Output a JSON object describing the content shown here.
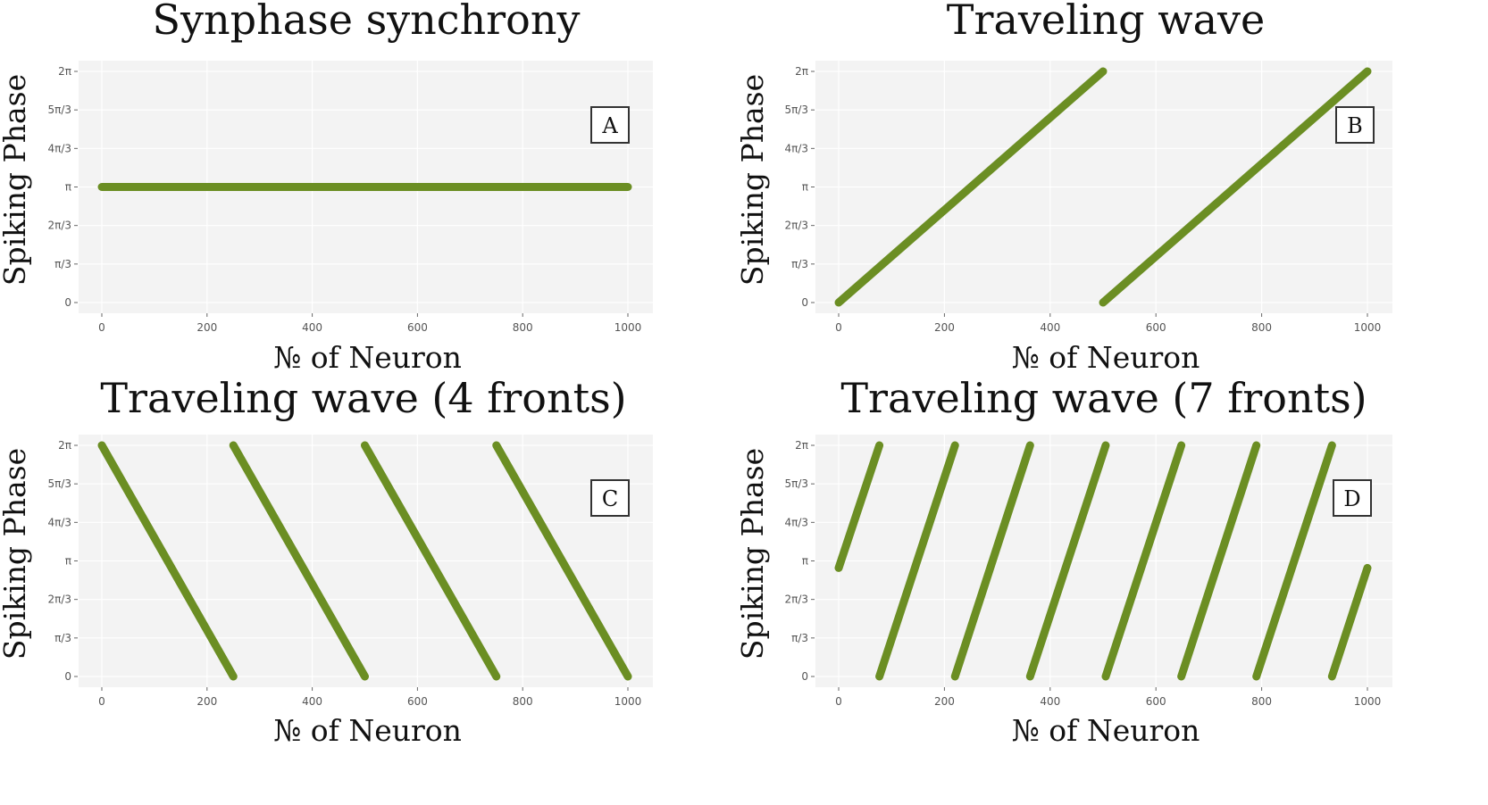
{
  "figure": {
    "series_color": "#6b8e23",
    "plot_bg_color": "#f3f3f3",
    "grid_color": "#ffffff"
  },
  "chart_data": [
    {
      "type": "scatter",
      "panel_label": "A",
      "title": "Synphase synchrony",
      "xlabel": "№ of Neuron",
      "ylabel": "Spiking Phase",
      "xlim": [
        0,
        1000
      ],
      "ylim": [
        0,
        6.2832
      ],
      "grid": true,
      "xticks": [
        0,
        200,
        400,
        600,
        800,
        1000
      ],
      "xtick_labels": [
        "0",
        "200",
        "400",
        "600",
        "800",
        "1000"
      ],
      "yticks": [
        0,
        1.0472,
        2.0944,
        3.1416,
        4.1888,
        5.236,
        6.2832
      ],
      "ytick_labels": [
        "0",
        "π/3",
        "2π/3",
        "π",
        "4π/3",
        "5π/3",
        "2π"
      ],
      "segments": [
        {
          "x": [
            0,
            1000
          ],
          "y": [
            3.1416,
            3.1416
          ]
        }
      ]
    },
    {
      "type": "scatter",
      "panel_label": "B",
      "title": "Traveling wave",
      "xlabel": "№ of Neuron",
      "ylabel": "Spiking Phase",
      "xlim": [
        0,
        1000
      ],
      "ylim": [
        0,
        6.2832
      ],
      "grid": true,
      "xticks": [
        0,
        200,
        400,
        600,
        800,
        1000
      ],
      "xtick_labels": [
        "0",
        "200",
        "400",
        "600",
        "800",
        "1000"
      ],
      "yticks": [
        0,
        1.0472,
        2.0944,
        3.1416,
        4.1888,
        5.236,
        6.2832
      ],
      "ytick_labels": [
        "0",
        "π/3",
        "2π/3",
        "π",
        "4π/3",
        "5π/3",
        "2π"
      ],
      "segments": [
        {
          "x": [
            0,
            500
          ],
          "y": [
            0,
            6.2832
          ]
        },
        {
          "x": [
            500,
            1000
          ],
          "y": [
            0,
            6.2832
          ]
        }
      ]
    },
    {
      "type": "scatter",
      "panel_label": "C",
      "title": "Traveling wave (4 fronts)",
      "xlabel": "№ of Neuron",
      "ylabel": "Spiking Phase",
      "xlim": [
        0,
        1000
      ],
      "ylim": [
        0,
        6.2832
      ],
      "grid": true,
      "xticks": [
        0,
        200,
        400,
        600,
        800,
        1000
      ],
      "xtick_labels": [
        "0",
        "200",
        "400",
        "600",
        "800",
        "1000"
      ],
      "yticks": [
        0,
        1.0472,
        2.0944,
        3.1416,
        4.1888,
        5.236,
        6.2832
      ],
      "ytick_labels": [
        "0",
        "π/3",
        "2π/3",
        "π",
        "4π/3",
        "5π/3",
        "2π"
      ],
      "segments": [
        {
          "x": [
            0,
            250
          ],
          "y": [
            6.2832,
            0
          ]
        },
        {
          "x": [
            250,
            500
          ],
          "y": [
            6.2832,
            0
          ]
        },
        {
          "x": [
            500,
            750
          ],
          "y": [
            6.2832,
            0
          ]
        },
        {
          "x": [
            750,
            1000
          ],
          "y": [
            6.2832,
            0
          ]
        }
      ]
    },
    {
      "type": "scatter",
      "panel_label": "D",
      "title": "Traveling wave (7 fronts)",
      "xlabel": "№ of Neuron",
      "ylabel": "Spiking Phase",
      "xlim": [
        0,
        1000
      ],
      "ylim": [
        0,
        6.2832
      ],
      "grid": true,
      "xticks": [
        0,
        200,
        400,
        600,
        800,
        1000
      ],
      "xtick_labels": [
        "0",
        "200",
        "400",
        "600",
        "800",
        "1000"
      ],
      "yticks": [
        0,
        1.0472,
        2.0944,
        3.1416,
        4.1888,
        5.236,
        6.2832
      ],
      "ytick_labels": [
        "0",
        "π/3",
        "2π/3",
        "π",
        "4π/3",
        "5π/3",
        "2π"
      ],
      "segments": [
        {
          "x": [
            0,
            77
          ],
          "y": [
            2.95,
            6.2832
          ]
        },
        {
          "x": [
            77,
            220
          ],
          "y": [
            0,
            6.2832
          ]
        },
        {
          "x": [
            220,
            362
          ],
          "y": [
            0,
            6.2832
          ]
        },
        {
          "x": [
            362,
            505
          ],
          "y": [
            0,
            6.2832
          ]
        },
        {
          "x": [
            505,
            648
          ],
          "y": [
            0,
            6.2832
          ]
        },
        {
          "x": [
            648,
            790
          ],
          "y": [
            0,
            6.2832
          ]
        },
        {
          "x": [
            790,
            933
          ],
          "y": [
            0,
            6.2832
          ]
        },
        {
          "x": [
            933,
            1000
          ],
          "y": [
            0,
            2.95
          ]
        }
      ]
    }
  ]
}
